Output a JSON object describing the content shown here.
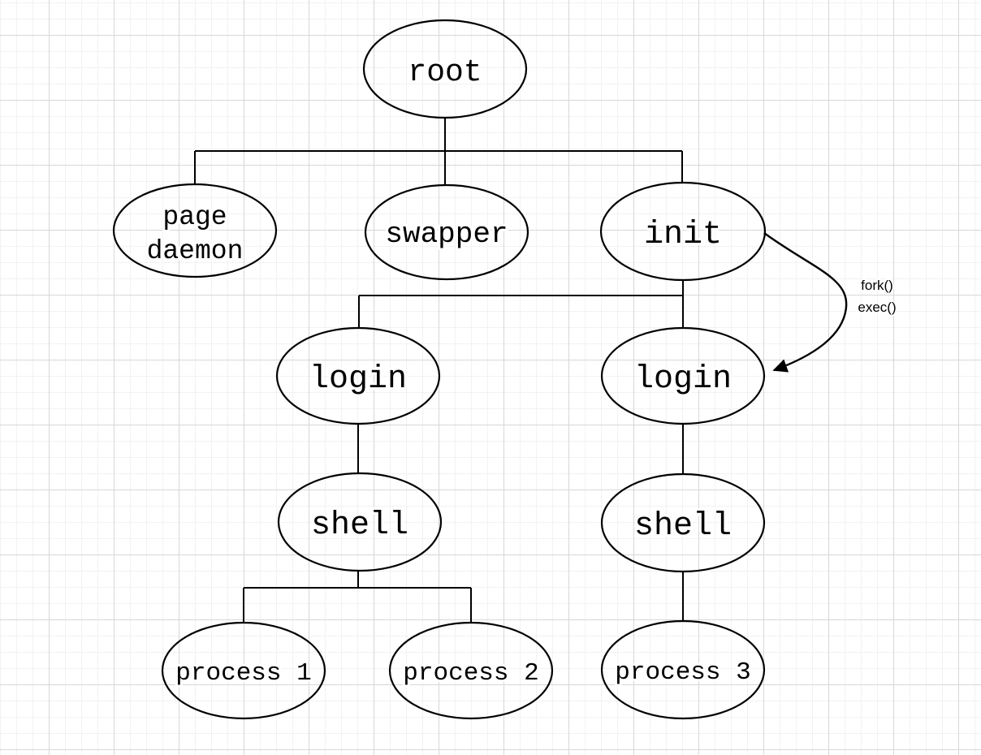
{
  "canvas": {
    "background_color": "#ffffff",
    "minor_grid_color": "#f2f2f2",
    "major_grid_color": "#d7d7d7",
    "stroke_color": "#000000"
  },
  "nodes": {
    "root": {
      "label": "root"
    },
    "page_daemon": {
      "label_line1": "page",
      "label_line2": "daemon"
    },
    "swapper": {
      "label": "swapper"
    },
    "init": {
      "label": "init"
    },
    "login_left": {
      "label": "login"
    },
    "login_right": {
      "label": "login"
    },
    "shell_left": {
      "label": "shell"
    },
    "shell_right": {
      "label": "shell"
    },
    "process1": {
      "label": "process 1"
    },
    "process2": {
      "label": "process 2"
    },
    "process3": {
      "label": "process 3"
    }
  },
  "edge_labels": {
    "fork_exec": {
      "line1": "fork()",
      "line2": "exec()"
    }
  }
}
